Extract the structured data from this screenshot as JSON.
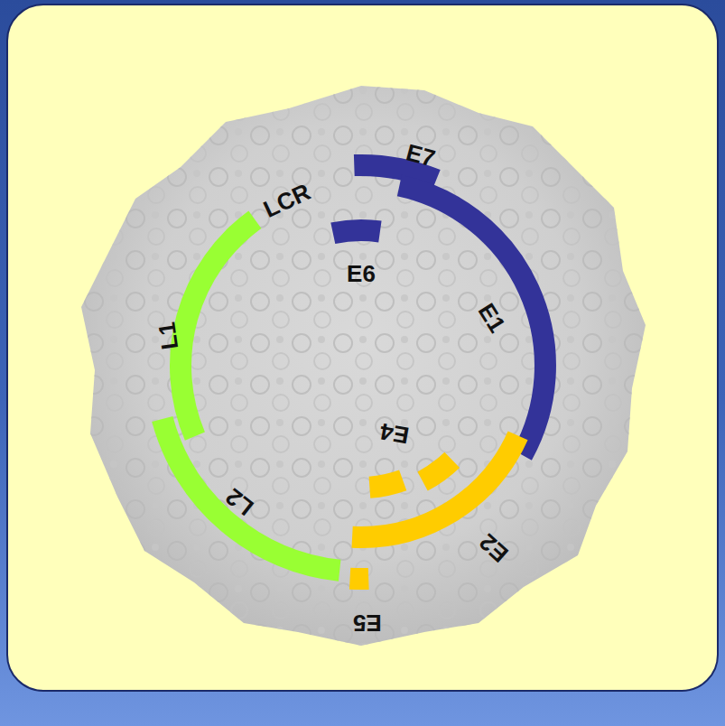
{
  "diagram": {
    "labels": [
      "E7",
      "LCR",
      "E6",
      "E1",
      "L1",
      "E4",
      "L2",
      "E2",
      "E5"
    ]
  }
}
